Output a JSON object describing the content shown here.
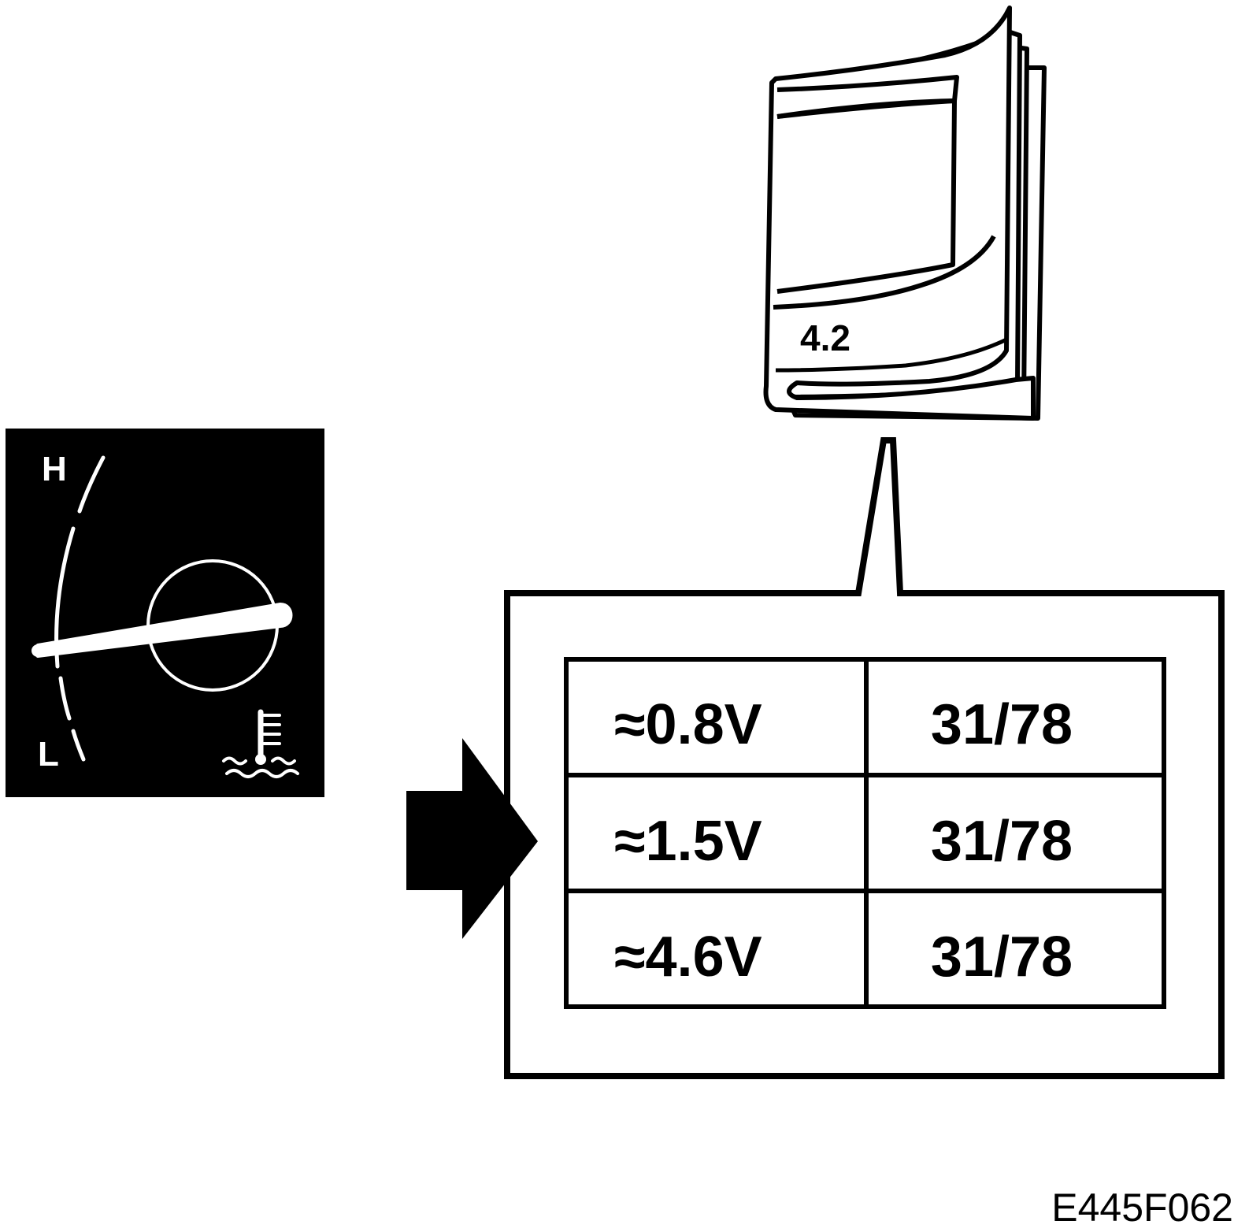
{
  "gauge": {
    "high_label": "H",
    "low_label": "L",
    "symbol": "coolant-temperature-icon",
    "colors": {
      "panel": "#000000",
      "marks": "#ffffff"
    }
  },
  "manual": {
    "cover_label": "4.2",
    "icon": "service-manual-icon"
  },
  "reference_table": {
    "rows": [
      {
        "voltage": "≈0.8V",
        "reference": "31/78"
      },
      {
        "voltage": "≈1.5V",
        "reference": "31/78"
      },
      {
        "voltage": "≈4.6V",
        "reference": "31/78"
      }
    ]
  },
  "arrow": {
    "icon": "arrow-right-icon"
  },
  "figure_code": "E445F062"
}
